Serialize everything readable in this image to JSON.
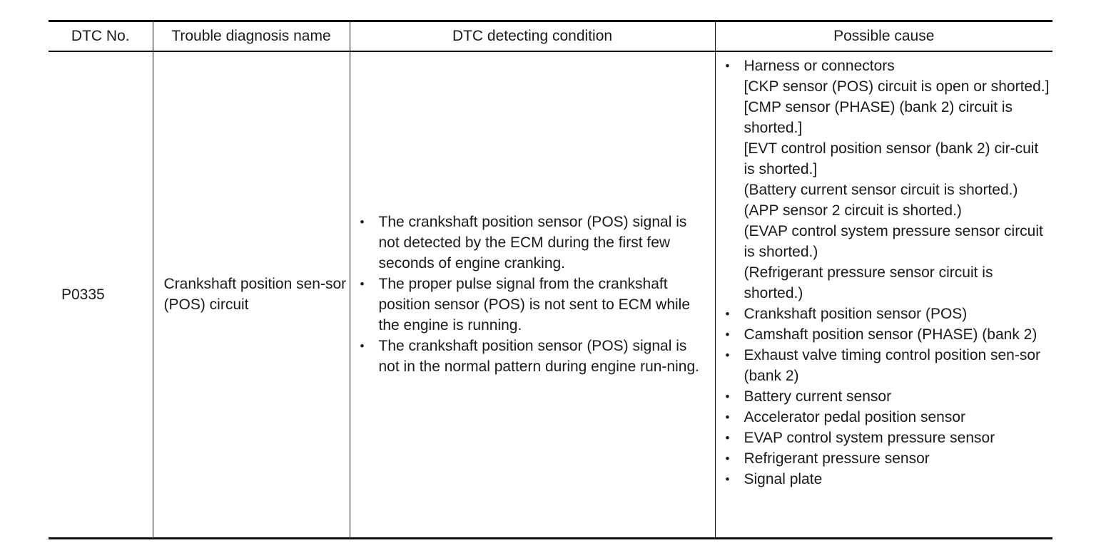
{
  "table": {
    "headers": {
      "dtc_no": "DTC No.",
      "diagnosis_name": "Trouble diagnosis name",
      "detecting_condition": "DTC detecting condition",
      "possible_cause": "Possible cause"
    },
    "row": {
      "dtc_no": "P0335",
      "diagnosis_name": "Crankshaft position sen-sor (POS) circuit",
      "conditions": [
        "The crankshaft position sensor (POS) signal is not detected by the ECM during the first few seconds of engine cranking.",
        "The proper pulse signal from the crankshaft position sensor (POS) is not sent to ECM while the engine is running.",
        "The crankshaft position sensor (POS) signal is not in the normal pattern during engine run-ning."
      ],
      "causes": [
        {
          "label": "Harness or connectors",
          "details": [
            "[CKP sensor (POS) circuit is open or shorted.]",
            "[CMP sensor (PHASE) (bank 2) circuit is shorted.]",
            "[EVT control position sensor (bank 2) cir-cuit is shorted.]",
            "(Battery current sensor circuit is shorted.)",
            "(APP sensor 2 circuit is shorted.)",
            "(EVAP control system pressure sensor circuit is shorted.)",
            "(Refrigerant pressure sensor circuit is shorted.)"
          ]
        },
        {
          "label": "Crankshaft position sensor (POS)"
        },
        {
          "label": "Camshaft position sensor (PHASE) (bank 2)"
        },
        {
          "label": "Exhaust valve timing control position sen-sor (bank 2)"
        },
        {
          "label": "Battery current sensor"
        },
        {
          "label": "Accelerator pedal position sensor"
        },
        {
          "label": "EVAP control system pressure sensor"
        },
        {
          "label": "Refrigerant pressure sensor"
        },
        {
          "label": "Signal plate"
        }
      ]
    }
  }
}
